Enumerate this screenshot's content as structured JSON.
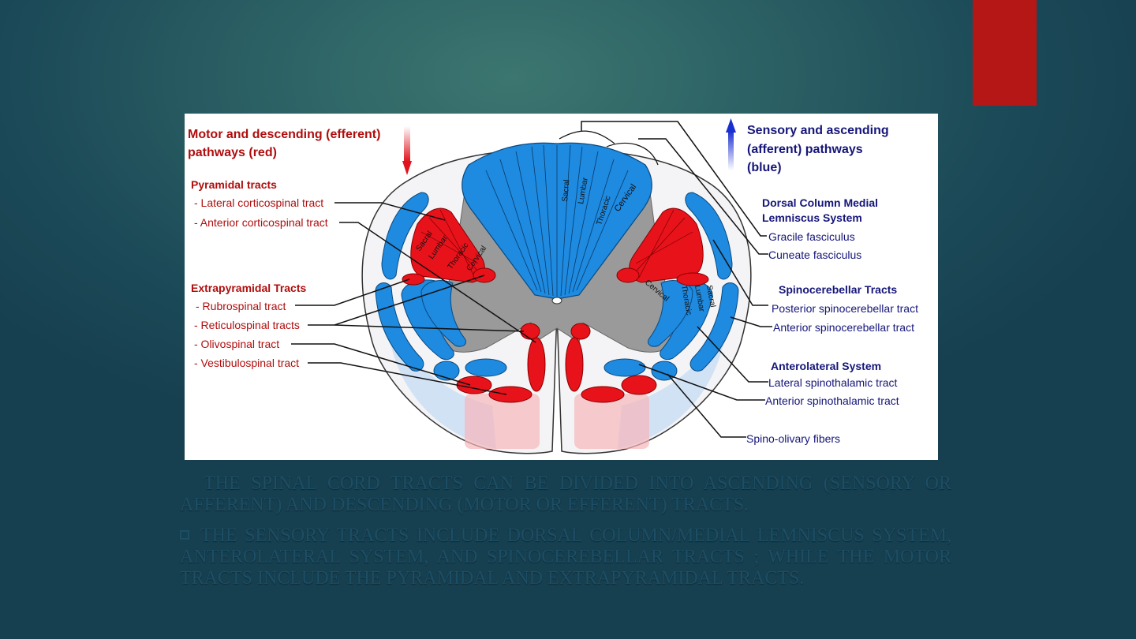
{
  "figure": {
    "motor_title_1": "Motor and descending (efferent)",
    "motor_title_2": "pathways   (red)",
    "sensory_title_1": "Sensory and ascending",
    "sensory_title_2": "(afferent) pathways",
    "sensory_title_3": "(blue)",
    "pyramidal_heading": "Pyramidal tracts",
    "lateral_cst": "- Lateral corticospinal tract",
    "anterior_cst": "- Anterior corticospinal tract",
    "extrapyramidal_heading": "Extrapyramidal Tracts",
    "rubrospinal": "- Rubrospinal tract",
    "reticulospinal": "- Reticulospinal tracts",
    "olivospinal": "- Olivospinal tract",
    "vestibulospinal": "- Vestibulospinal tract",
    "dcml_heading_1": "Dorsal Column Medial",
    "dcml_heading_2": "Lemniscus System",
    "gracile": "Gracile fasciculus",
    "cuneate": "Cuneate fasciculus",
    "spinocerebellar_heading": "Spinocerebellar Tracts",
    "posterior_sct": "Posterior spinocerebellar tract",
    "anterior_sct": "Anterior spinocerebellar tract",
    "anterolateral_heading": "Anterolateral System",
    "lateral_stt": "Lateral spinothalamic tract",
    "anterior_stt": "Anterior spinothalamic tract",
    "spino_olivary": "Spino-olivary fibers",
    "segments": [
      "Sacral",
      "Lumbar",
      "Thoracic",
      "Cervical"
    ],
    "segments_dorsal": [
      "Sacral",
      "Lumbar",
      "Thoracic",
      "Cervical"
    ],
    "segments_right": [
      "Cervical",
      "Thoracic",
      "Lumbar",
      "Sacral"
    ]
  },
  "caption": {
    "paragraph_1": "The spinal cord tracts can be divided into ascending (sensory or afferent) and descending (motor or efferent) tracts.",
    "paragraph_2": "The sensory tracts include dorsal column/medial lemniscus system, anterolateral system, and  spinocerebellar tracts ; while the motor tracts include the  pyramidal and extrapyramidal tracts."
  },
  "colors": {
    "slide_accent": "#b51716",
    "motor_red": "#e8121b",
    "sensory_blue": "#1e8ae0",
    "motor_text": "#b00d0d",
    "sensory_text": "#15157a"
  }
}
